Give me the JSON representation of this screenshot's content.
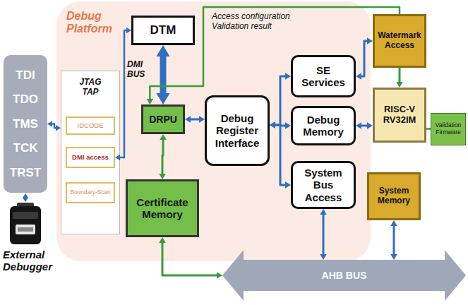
{
  "diagram": {
    "nodes": [
      {
        "text": [
          "TDI",
          "TDO",
          "TMS",
          "TCK",
          "TRST"
        ]
      },
      {
        "text": [
          "Debug Platform"
        ]
      },
      {
        "text": [
          "JTAG TAP"
        ],
        "in": 1
      },
      {
        "text": [
          "IDCODE"
        ],
        "in": 2
      },
      {
        "text": [
          "DMI access"
        ],
        "in": 2
      },
      {
        "text": [
          "Boundary-Scan"
        ],
        "in": 2
      },
      {
        "text": [
          "DTM"
        ],
        "in": 1
      },
      {
        "text": [
          "DRPU"
        ],
        "in": 1
      },
      {
        "text": [
          "Certificate Memory"
        ],
        "in": 1
      },
      {
        "text": [
          "Debug Register Interface"
        ],
        "in": 1
      },
      {
        "text": [
          "SE Services"
        ],
        "in": 1
      },
      {
        "text": [
          "Debug Memory"
        ],
        "in": 1
      },
      {
        "text": [
          "System Bus Access"
        ],
        "in": 1
      },
      {
        "text": [
          "Watermark Access"
        ]
      },
      {
        "text": [
          "RISC-V RV32IM"
        ]
      },
      {
        "text": [
          "Validation Firmware"
        ]
      },
      {
        "text": [
          "System Memory"
        ]
      },
      {
        "text": [
          "AHB BUS"
        ]
      }
    ],
    "edges": [
      {
        "from": 0,
        "to": 2,
        "arrow": "both"
      },
      {
        "from": 4,
        "to": 6,
        "arrow": "both"
      },
      {
        "from": 6,
        "to": 7,
        "arrow": "both",
        "label": "DMI BUS"
      },
      {
        "from": 7,
        "to": 9,
        "arrow": "both"
      },
      {
        "from": 7,
        "to": 8,
        "arrow": "both"
      },
      {
        "from": 8,
        "to": 17,
        "arrow": "both"
      },
      {
        "from": 9,
        "to": 10,
        "arrow": "both"
      },
      {
        "from": 9,
        "to": 11,
        "arrow": "both"
      },
      {
        "from": 9,
        "to": 12,
        "arrow": "both"
      },
      {
        "from": 10,
        "to": 13,
        "arrow": "both"
      },
      {
        "from": 11,
        "to": 14,
        "arrow": "both"
      },
      {
        "from": 12,
        "to": 17,
        "arrow": "both"
      },
      {
        "from": 13,
        "to": 14,
        "arrow": "to"
      },
      {
        "from": 13,
        "to": 7,
        "arrow": "to",
        "label": "Access configuration Validation result"
      },
      {
        "from": 14,
        "to": 15,
        "arrow": "none"
      },
      {
        "from": 16,
        "to": 17,
        "arrow": "both"
      }
    ],
    "labels": [
      "External Debugger"
    ]
  }
}
